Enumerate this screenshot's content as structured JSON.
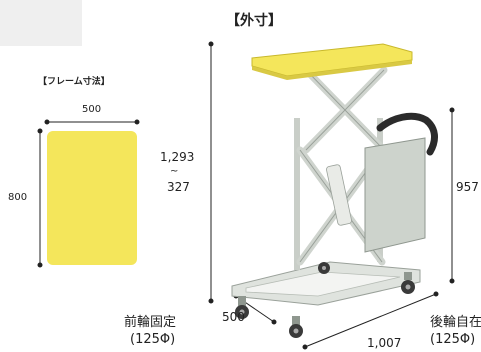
{
  "titles": {
    "outer": "【外寸】",
    "frame": "【フレーム寸法】"
  },
  "frame": {
    "width": "500",
    "length": "800"
  },
  "outer": {
    "height_max": "1,293",
    "tilde": "~",
    "height_min": "327",
    "handle_height": "957",
    "width": "500",
    "length": "1,007"
  },
  "casters": {
    "front_label": "前輪固定",
    "front_size": "(125Φ)",
    "rear_label": "後輪自在",
    "rear_size": "(125Φ)"
  },
  "colors": {
    "table_top": "#f4e65b",
    "frame_body": "#d8ddd7",
    "dimension_line": "#222222"
  }
}
